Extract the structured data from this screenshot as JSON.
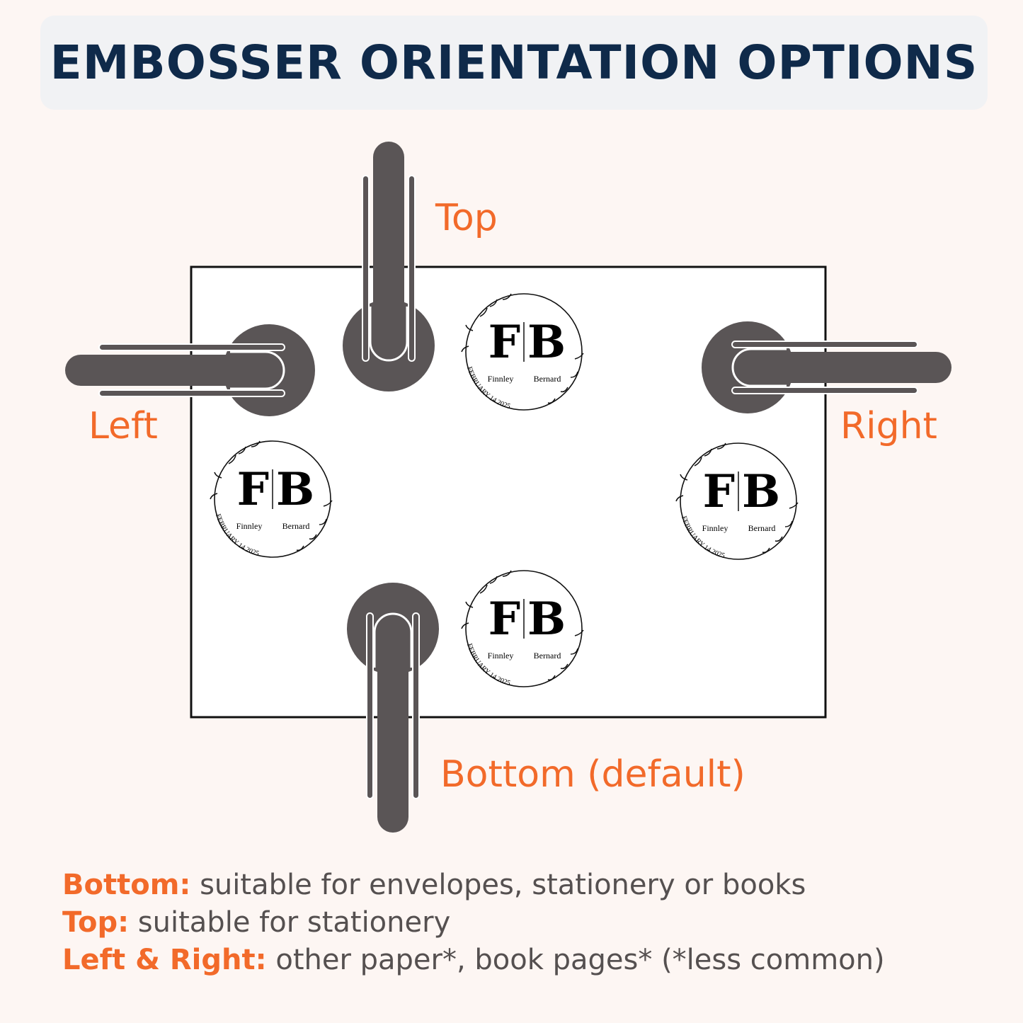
{
  "title": "EMBOSSER ORIENTATION OPTIONS",
  "labels": {
    "top": "Top",
    "left": "Left",
    "right": "Right",
    "bottom": "Bottom (default)"
  },
  "stamp": {
    "monogram_left": "F",
    "monogram_right": "B",
    "name_left": "Finnley",
    "name_right": "Bernard",
    "date": "FEBRUARY 14 2025"
  },
  "notes": [
    {
      "key": "Bottom:",
      "text": " suitable for envelopes, stationery or books"
    },
    {
      "key": "Top:",
      "text": " suitable for stationery"
    },
    {
      "key": "Left & Right:",
      "text": " other paper*, book pages* (*less common)"
    }
  ],
  "colors": {
    "accent": "#f26a2a",
    "title": "#0f2a4a",
    "embosser": "#5a5556",
    "background": "#fdf6f3"
  }
}
